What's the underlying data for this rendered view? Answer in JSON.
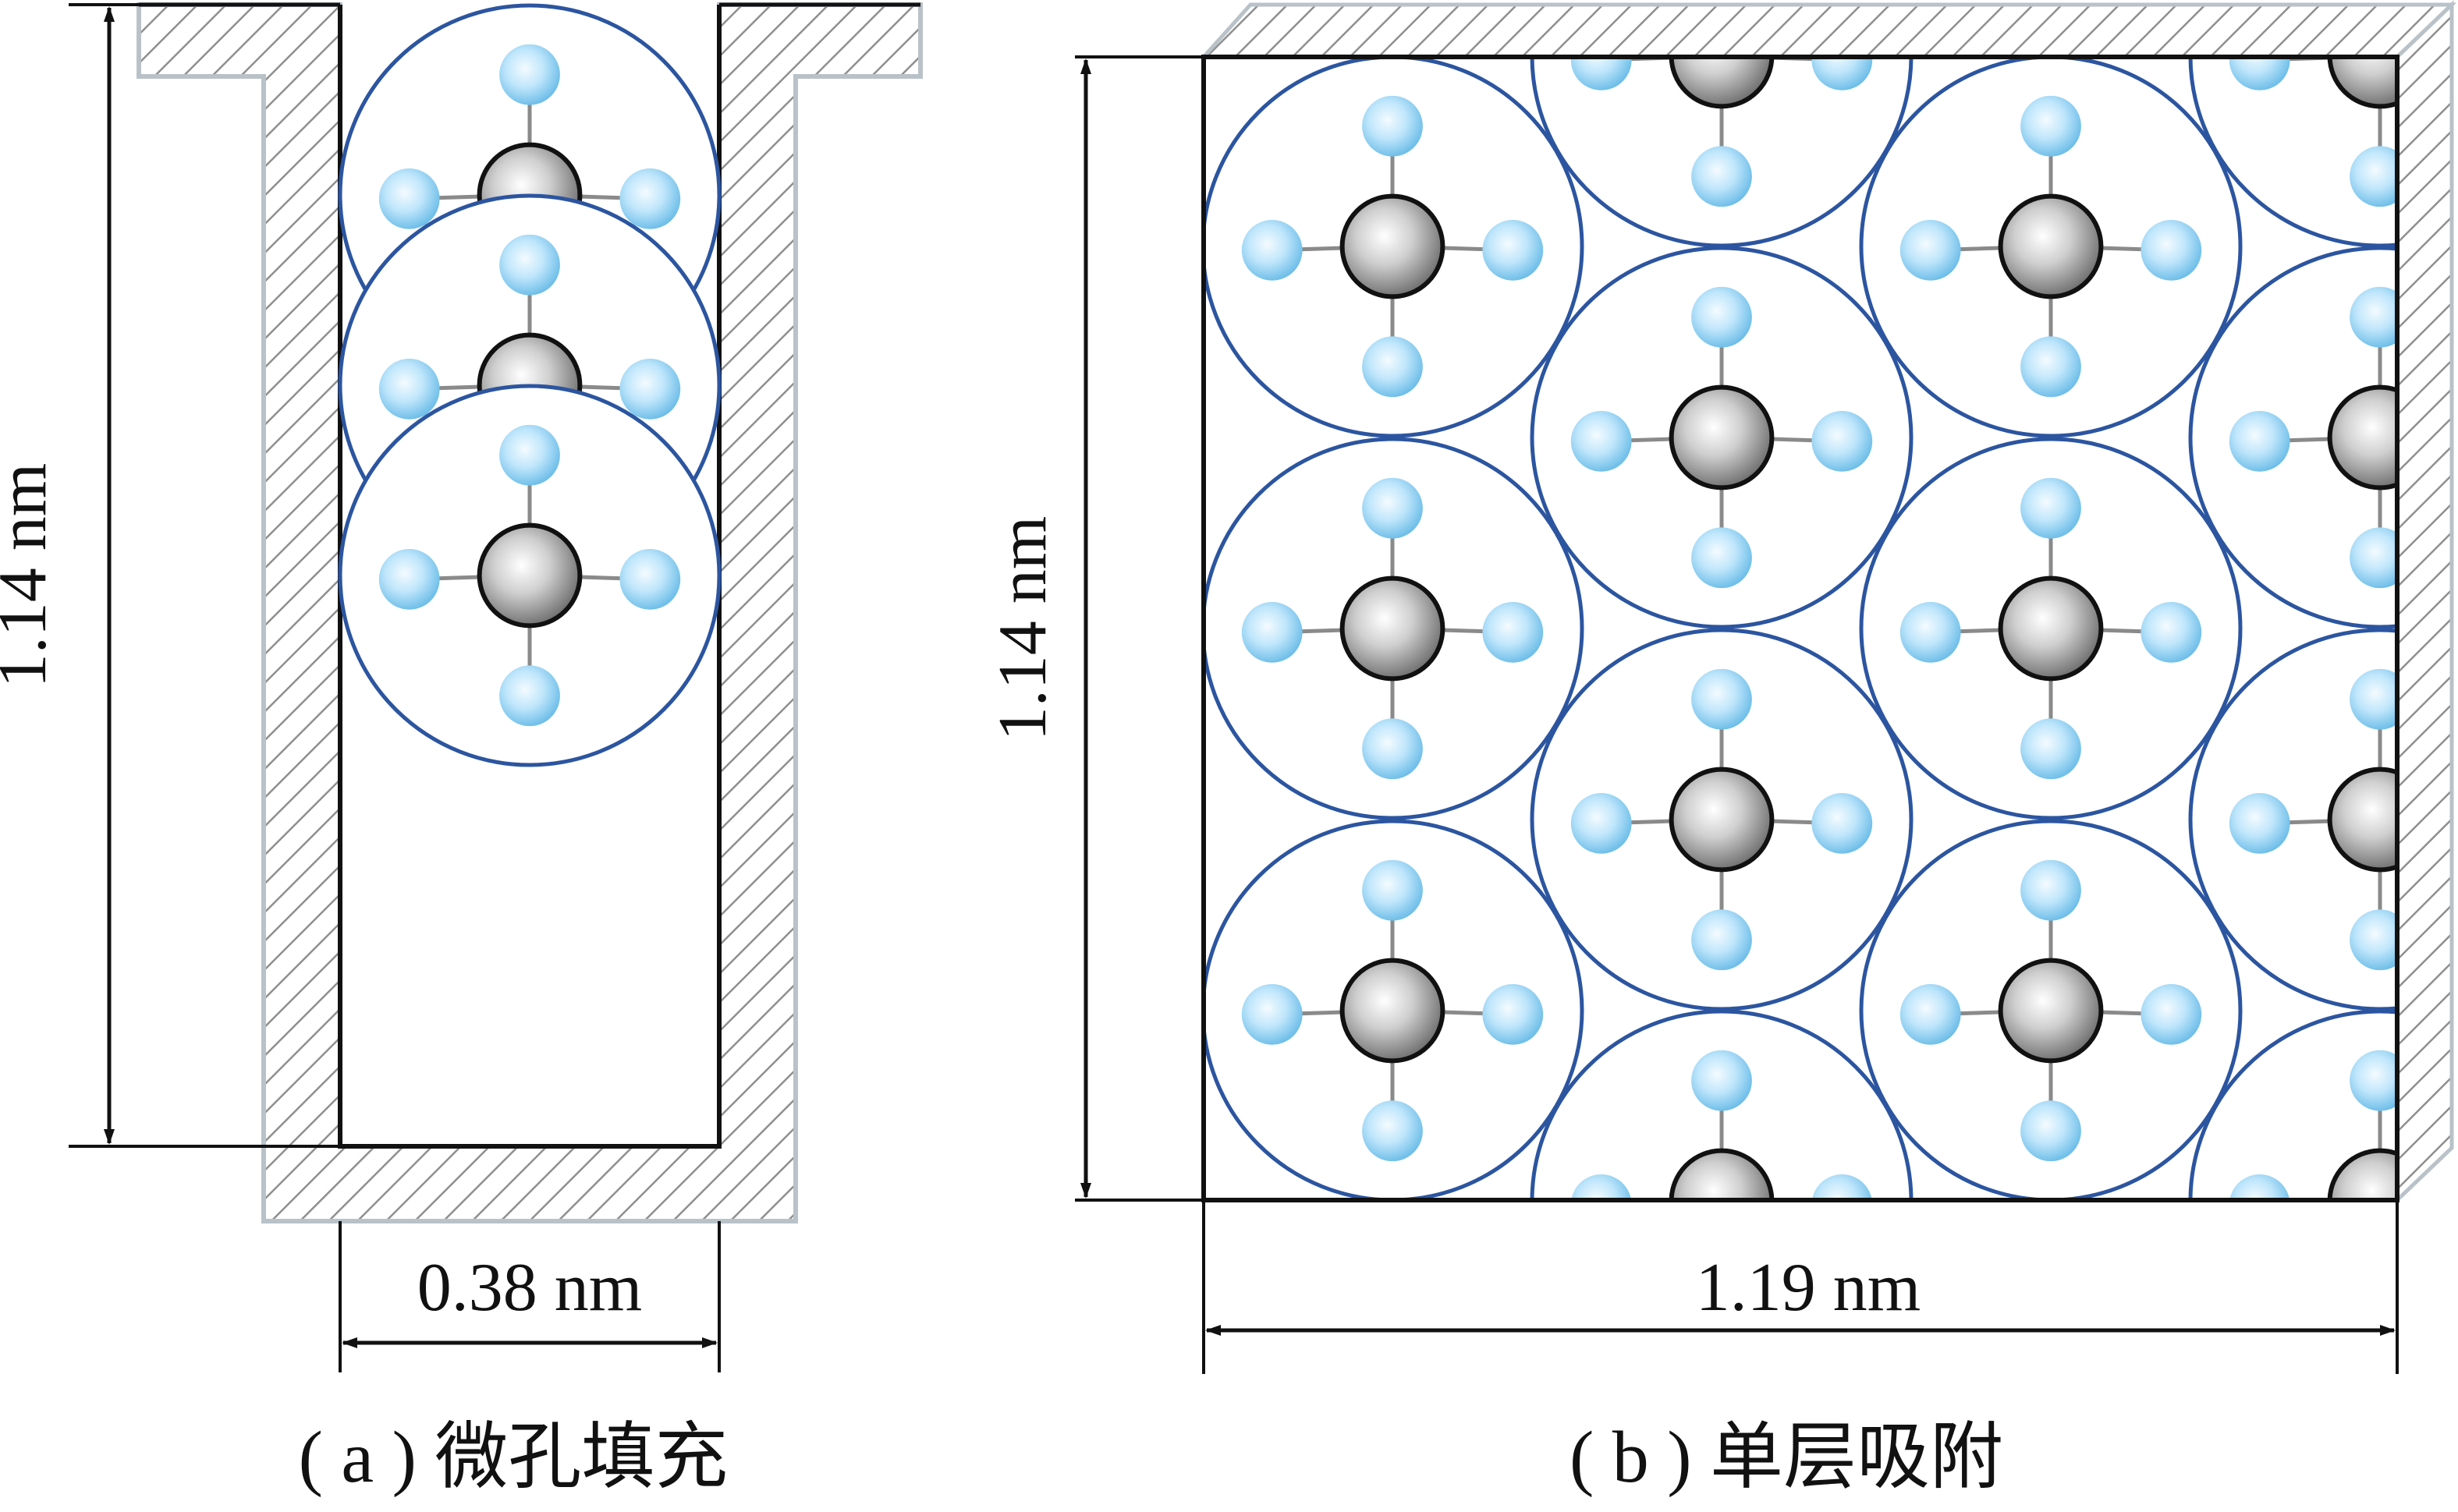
{
  "panels": {
    "a": {
      "height_label": "1.14 nm",
      "width_label": "0.38 nm",
      "caption": "( a ) 微孔填充"
    },
    "b": {
      "height_label": "1.14 nm",
      "width_label": "1.19 nm",
      "caption": "( b ) 单层吸附"
    }
  },
  "colors": {
    "circle_outline": "#2c55a0",
    "wall_hatch": "#8f8f8f",
    "wall_outline": "#b9c2c8",
    "pore_outline": "#111111",
    "carbon_fill": "#a6a6a6",
    "hydrogen_fill": "#8fd0f2",
    "bond": "#8a8a8a"
  },
  "molecule": "CH4"
}
